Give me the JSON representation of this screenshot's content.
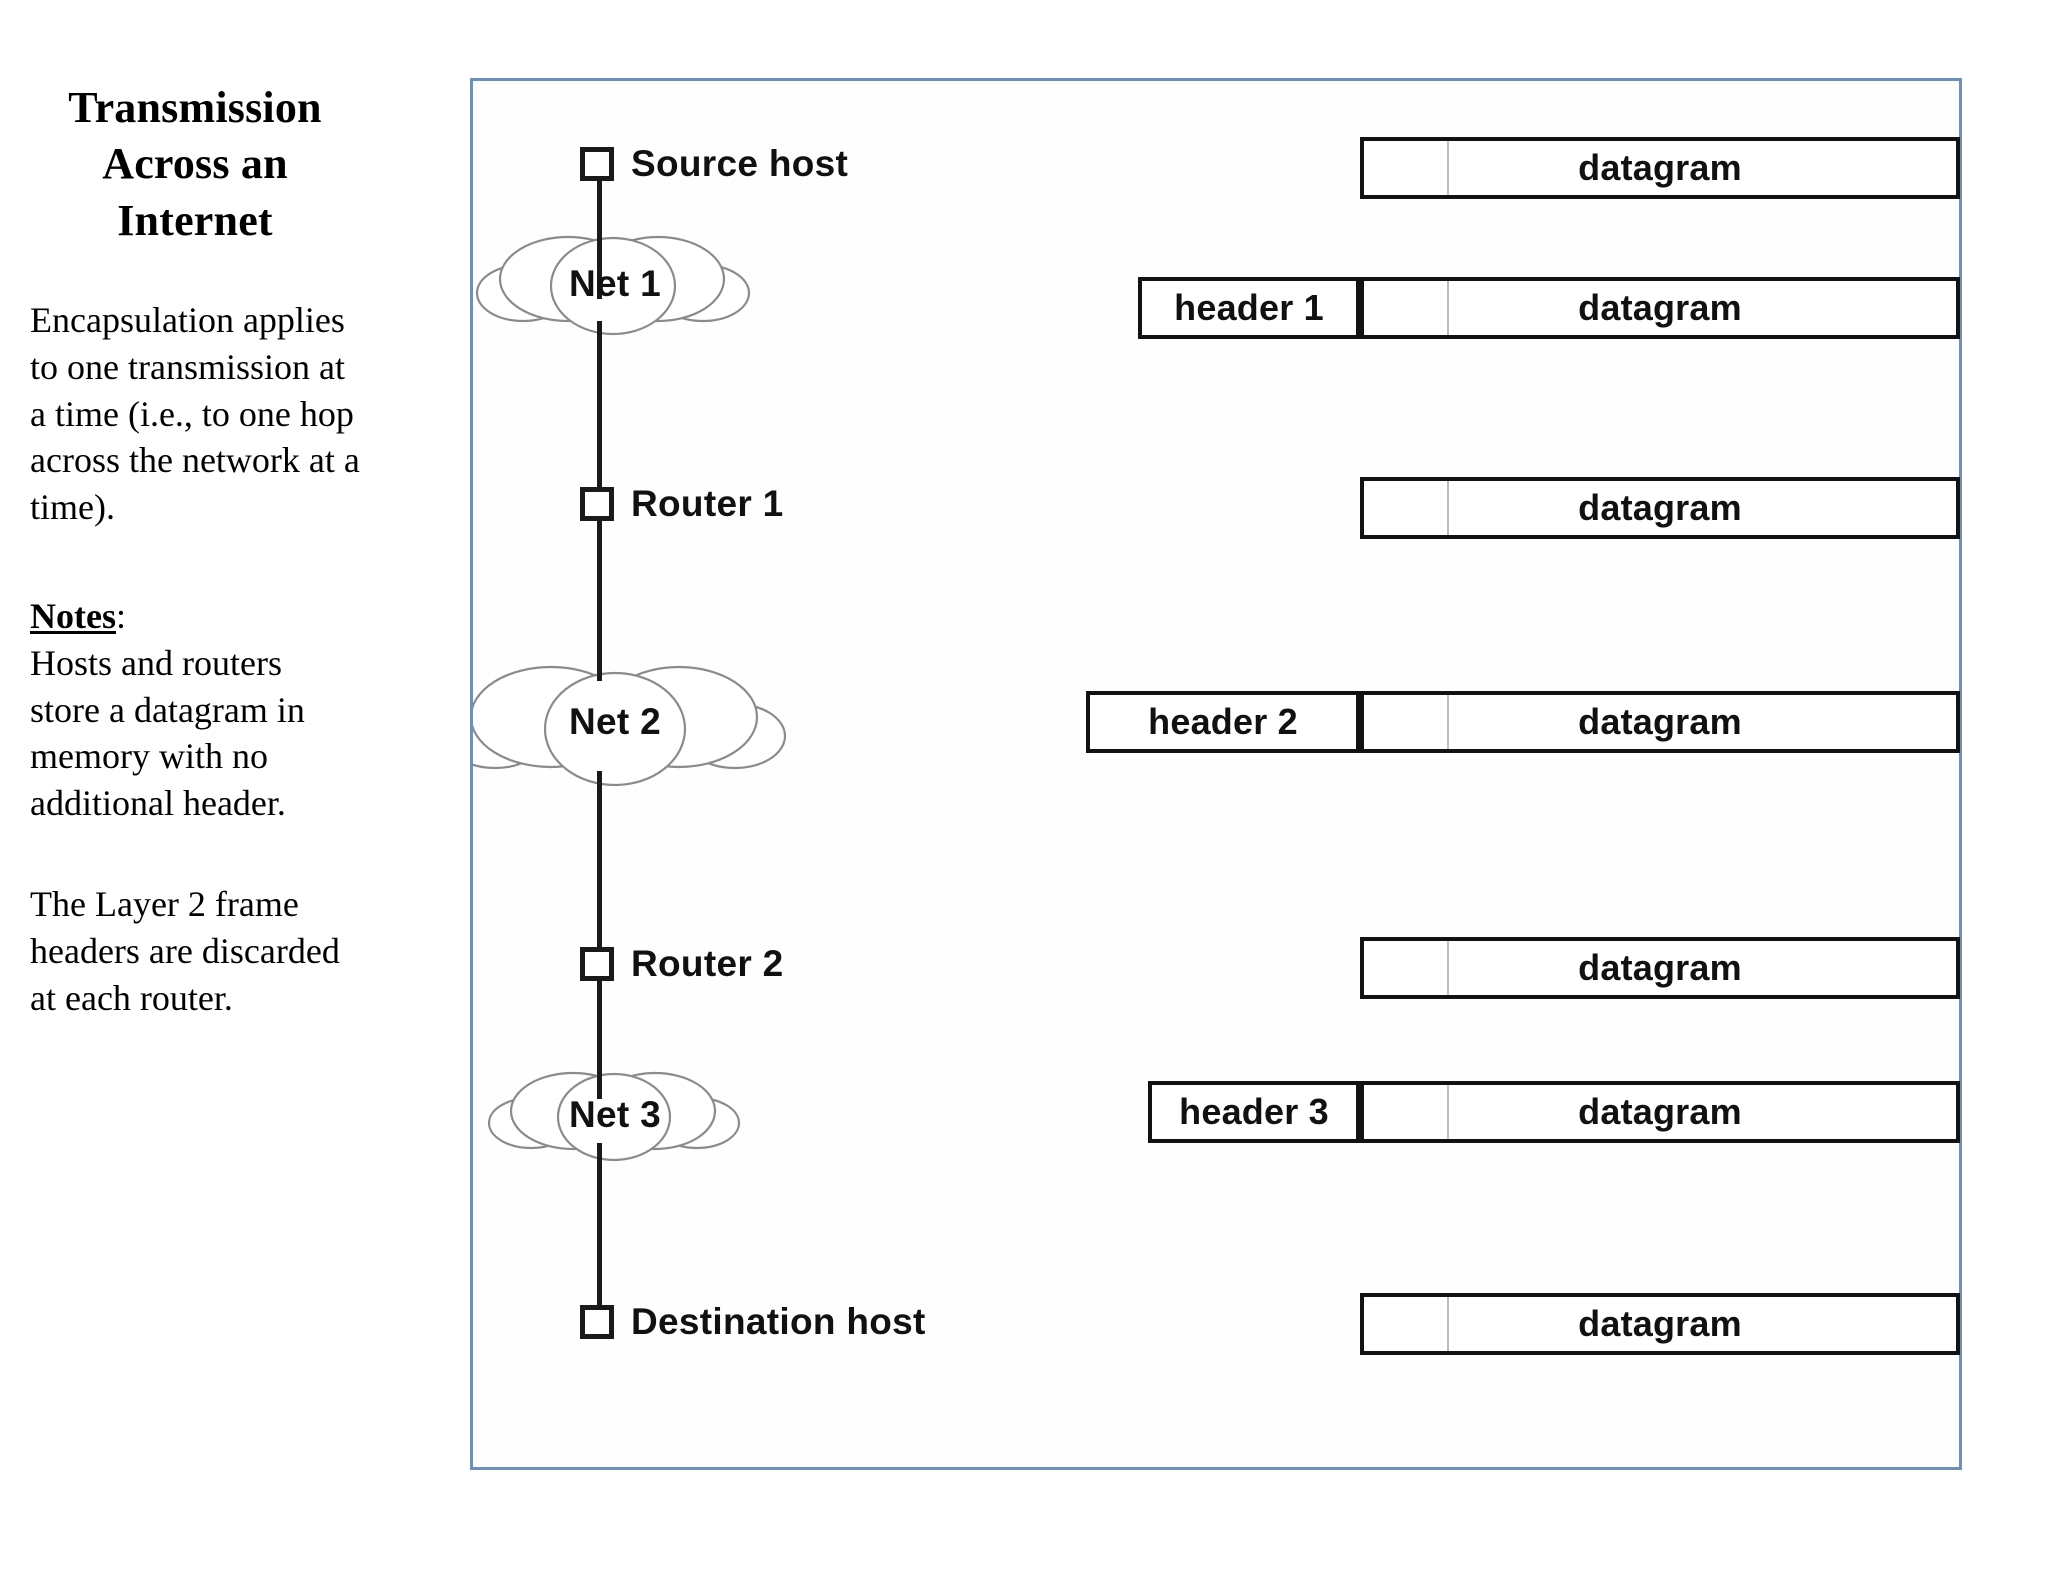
{
  "slide": {
    "title": "Transmission Across an Internet",
    "paragraphs": {
      "encapsulation": "Encapsulation applies to one transmission at a time (i.e., to one hop across the network at a time).",
      "notes_heading_word": "Notes",
      "notes_heading_colon": ":",
      "notes_body": "Hosts and routers store a datagram in memory with no additional header.",
      "layer2": "The Layer 2 frame headers are discarded at each router."
    }
  },
  "diagram": {
    "border_color": "#6c8fbb",
    "line_color": "#1a1a1a",
    "nodes": [
      {
        "label": "Source host",
        "type": "host"
      },
      {
        "label": "Router 1",
        "type": "router"
      },
      {
        "label": "Router 2",
        "type": "router"
      },
      {
        "label": "Destination host",
        "type": "host"
      }
    ],
    "clouds": [
      {
        "label": "Net 1"
      },
      {
        "label": "Net 2"
      },
      {
        "label": "Net 3"
      }
    ],
    "packets": [
      {
        "header": null,
        "payload": "datagram"
      },
      {
        "header": "header 1",
        "payload": "datagram"
      },
      {
        "header": null,
        "payload": "datagram"
      },
      {
        "header": "header 2",
        "payload": "datagram"
      },
      {
        "header": null,
        "payload": "datagram"
      },
      {
        "header": "header 3",
        "payload": "datagram"
      },
      {
        "header": null,
        "payload": "datagram"
      }
    ]
  }
}
